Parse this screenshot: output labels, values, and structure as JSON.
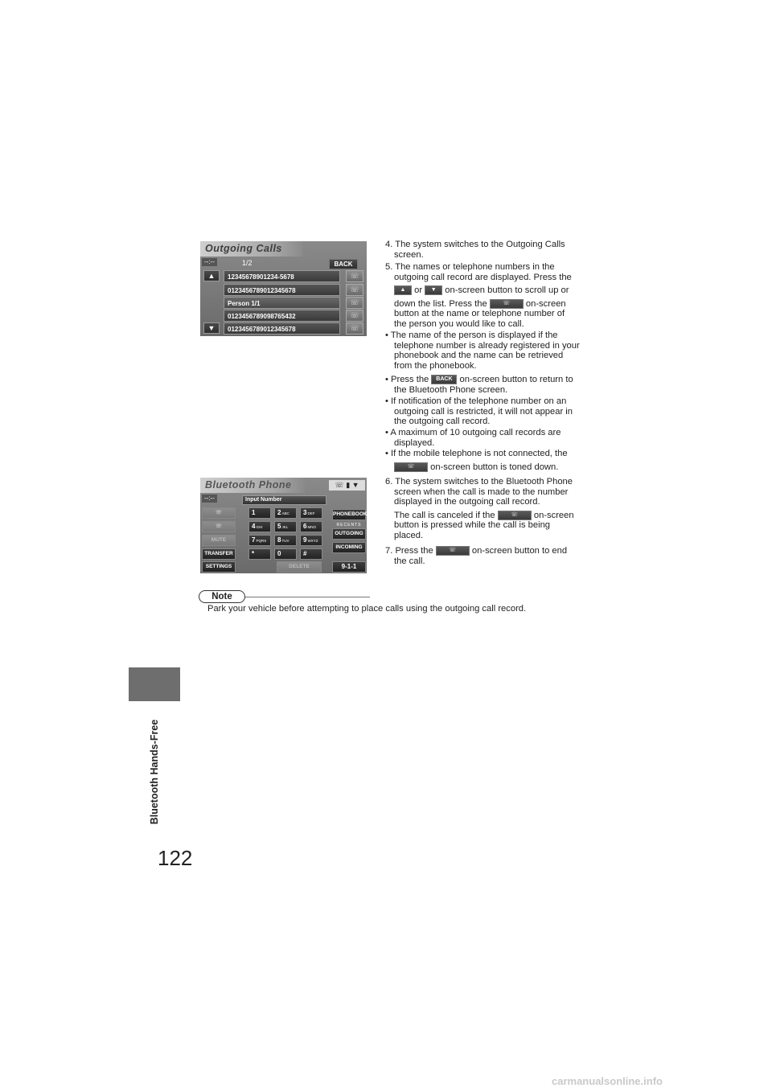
{
  "page": {
    "number": "122",
    "section": "Bluetooth Hands-Free"
  },
  "outgoing_screen": {
    "title": "Outgoing Calls",
    "clock": "--:--",
    "page_indicator": "1/2",
    "back_label": "BACK",
    "up_icon": "up-arrow-icon",
    "down_icon": "down-arrow-icon",
    "rows": [
      "12345678901234-5678",
      "0123456789012345678",
      "Person 1/1",
      "0123456789098765432",
      "0123456789012345678"
    ]
  },
  "phone_screen": {
    "title": "Bluetooth Phone",
    "clock": "--:--",
    "input_label": "Input Number",
    "keys": [
      {
        "d": "1",
        "l": ""
      },
      {
        "d": "2",
        "l": "ABC"
      },
      {
        "d": "3",
        "l": "DEF"
      },
      {
        "d": "4",
        "l": "GHI"
      },
      {
        "d": "5",
        "l": "JKL"
      },
      {
        "d": "6",
        "l": "MNO"
      },
      {
        "d": "7",
        "l": "PQRS"
      },
      {
        "d": "8",
        "l": "TUV"
      },
      {
        "d": "9",
        "l": "WXYZ"
      },
      {
        "d": "*",
        "l": ""
      },
      {
        "d": "0",
        "l": ""
      },
      {
        "d": "#",
        "l": ""
      }
    ],
    "left_buttons": {
      "mute": "MUTE",
      "transfer": "TRANSFER",
      "settings": "SETTINGS"
    },
    "right_buttons": {
      "phonebook": "PHONEBOOK",
      "recents": "RECENTS",
      "outgoing": "OUTGOING",
      "incoming": "INCOMING",
      "emergency": "9-1-1"
    },
    "delete_label": "DELETE"
  },
  "instructions": {
    "step4": [
      "4. The system switches to the Outgoing Calls",
      "screen."
    ],
    "step5": {
      "l1": "5. The names or telephone numbers in the",
      "l2": "outgoing call record are displayed. Press the",
      "or": "or",
      "l3b": "on-screen button to scroll up or",
      "l4a": "down the list. Press the",
      "l4b": "on-screen",
      "l5": "button at the name or telephone number of",
      "l6": "the person you would like to call."
    },
    "bullet1": [
      "• The name of the person is displayed if the",
      "telephone number is already registered in your",
      "phonebook and the name can be retrieved",
      "from the phonebook."
    ],
    "bullet2": {
      "a": "• Press the",
      "b": "on-screen button to return to",
      "l2": "the Bluetooth Phone screen."
    },
    "bullet3": [
      "• If notification of the telephone number on an",
      "outgoing call is restricted, it will not appear in",
      "the outgoing call record."
    ],
    "bullet4": [
      "• A maximum of 10 outgoing call records are",
      "displayed."
    ],
    "bullet5": {
      "l1": "• If the mobile telephone is not connected, the",
      "l2": "on-screen button is toned down."
    },
    "step6": {
      "l1": "6. The system switches to the Bluetooth Phone",
      "l2": "screen when the call is made to the number",
      "l3": "displayed in the outgoing call record.",
      "l4a": "The call is canceled if the",
      "l4b": "on-screen",
      "l5": "button is pressed while the call is being",
      "l6": "placed."
    },
    "step7": {
      "a": "7. Press the",
      "b": "on-screen button to end",
      "l2": "the call."
    }
  },
  "note": {
    "label": "Note",
    "text": "Park your vehicle before attempting to place calls using the outgoing call record."
  },
  "watermark": "carmanualsonline.info"
}
